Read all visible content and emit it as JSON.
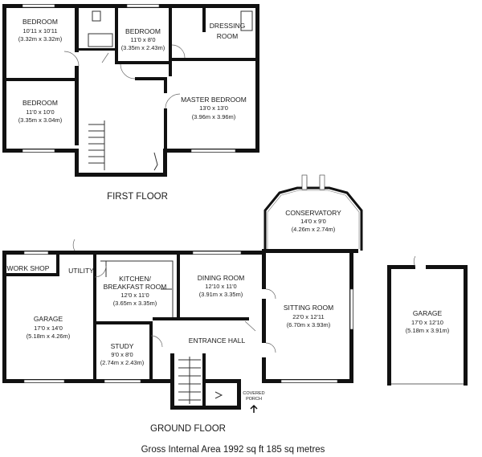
{
  "floors": {
    "first": "FIRST FLOOR",
    "ground": "GROUND FLOOR"
  },
  "footer": "Gross Internal Area 1992 sq ft 185 sq metres",
  "rooms": {
    "bed1": {
      "name": "BEDROOM",
      "dim1": "10'11 x 10'11",
      "dim2": "(3.32m x 3.32m)"
    },
    "bed2": {
      "name": "BEDROOM",
      "dim1": "11'0 x 8'0",
      "dim2": "(3.35m x 2.43m)"
    },
    "dress1": "DRESSING",
    "dress2": "ROOM",
    "bed3": {
      "name": "BEDROOM",
      "dim1": "11'0 x 10'0",
      "dim2": "(3.35m x 3.04m)"
    },
    "master": {
      "name": "MASTER BEDROOM",
      "dim1": "13'0 x 13'0",
      "dim2": "(3.96m x 3.96m)"
    },
    "conserv": {
      "name": "CONSERVATORY",
      "dim1": "14'0 x 9'0",
      "dim2": "(4.26m x 2.74m)"
    },
    "workshop": "WORK SHOP",
    "utility": "UTILITY",
    "kitchen": {
      "name1": "KITCHEN/",
      "name2": "BREAKFAST ROOM",
      "dim1": "12'0 x 11'0",
      "dim2": "(3.65m x 3.35m)"
    },
    "dining": {
      "name": "DINING ROOM",
      "dim1": "12'10 x 11'0",
      "dim2": "(3.91m x 3.35m)"
    },
    "sitting": {
      "name": "SITTING ROOM",
      "dim1": "22'0 x 12'11",
      "dim2": "(6.70m x 3.93m)"
    },
    "garage1": {
      "name": "GARAGE",
      "dim1": "17'0 x 14'0",
      "dim2": "(5.18m x 4.26m)"
    },
    "study": {
      "name": "STUDY",
      "dim1": "9'0 x 8'0",
      "dim2": "(2.74m x 2.43m)"
    },
    "hall": "ENTRANCE HALL",
    "porch1": "COVERED",
    "porch2": "PORCH",
    "garage2": {
      "name": "GARAGE",
      "dim1": "17'0 x 12'10",
      "dim2": "(5.18m x 3.91m)"
    }
  }
}
